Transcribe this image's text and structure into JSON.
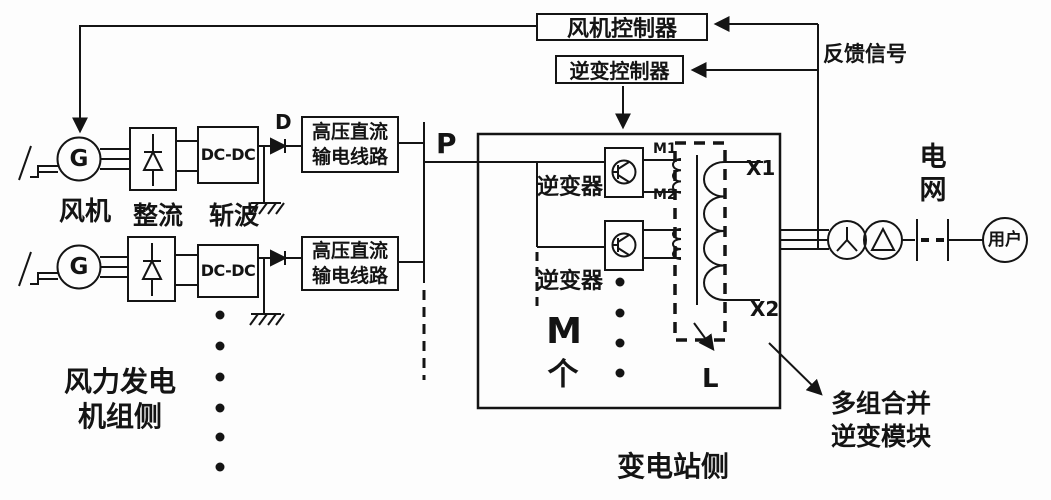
{
  "diagram": {
    "title_context": "wind-power HVDC transmission system block diagram",
    "colors": {
      "ink": "#141414",
      "background": "#fdfdfd"
    },
    "controllers": {
      "fan_controller": "风机控制器",
      "inverter_controller": "逆变控制器",
      "feedback_signal": "反馈信号"
    },
    "generator_side": {
      "generator_symbol": "G",
      "fan_label": "风机",
      "rectifier_label": "整流",
      "chopper_label": "斩波",
      "dcdc_label": "DC-DC",
      "diode_label": "D",
      "side_label_line1": "风力发电",
      "side_label_line2": "机组侧"
    },
    "transmission": {
      "hvdc_line1": "高压直流",
      "hvdc_line2": "输电线路",
      "p_label": "P"
    },
    "substation": {
      "inverter_label": "逆变器",
      "m1": "M1",
      "m2": "M2",
      "x1": "X1",
      "x2": "X2",
      "m_count": "M",
      "m_unit": "个",
      "l_label": "L",
      "side_label": "变电站侧",
      "module_label_line1": "多组合并",
      "module_label_line2": "逆变模块"
    },
    "grid": {
      "grid_label_line1": "电",
      "grid_label_line2": "网",
      "user_label": "用户"
    }
  }
}
